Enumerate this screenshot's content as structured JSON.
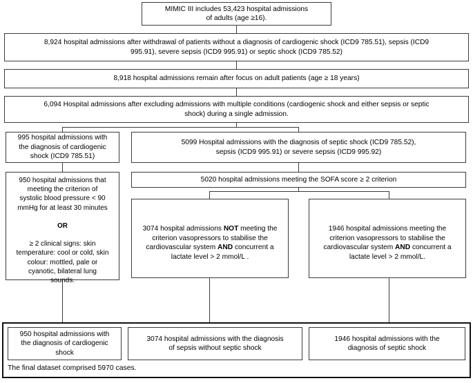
{
  "diagram": {
    "type": "flowchart",
    "title": "MIMIC III cohort selection flowchart",
    "colors": {
      "box_border": "#3a3a3a",
      "group_border": "#111111",
      "background": "#ffffff",
      "text": "#000000"
    },
    "nodes": {
      "root": "MIMIC III includes 53,423 hospital admissions\nof adults (age ≥16).",
      "step1": "8,924 hospital admissions after withdrawal of patients without a diagnosis of cardiogenic shock (ICD9 785.51), sepsis (ICD9\n995.91), severe sepsis (ICD9 995.91) or septic shock (ICD9 785.52)",
      "step2": "8,918 hospital admissions remain after focus on adult patients (age ≥ 18 years)",
      "step3": "6,094 Hospital admissions after excluding admissions with multiple conditions (cardiogenic shock and either sepsis or septic\nshock) during a single admission.",
      "branch_left": "995 hospital admissions with\nthe diagnosis of cardiogenic\nshock (ICD9 785.51)",
      "branch_right": "5099 Hospital admissions with the diagnosis of septic shock (ICD9 785.52),\nsepsis  (ICD9 995.91) or severe sepsis (ICD9 995.92)",
      "criteria_left": "950 hospital admissions that\nmeeting the criterion of\nsystolic blood pressure < 90\nmmHg for at least 30 minutes",
      "criteria_left_or": "OR",
      "criteria_left_cont": "≥ 2 clinical signs: skin\ntemperature: cool or cold, skin\ncolour: mottled, pale or\ncyanotic, bilateral lung\nsounds.",
      "sofa": "5020 hospital admissions meeting the SOFA score ≥ 2 criterion",
      "not_meeting_a": "3074 hospital admissions ",
      "not_meeting_bold": "NOT",
      "not_meeting_b": " meeting the\ncriterion vasopressors to stabilise the\ncardiovascular system ",
      "not_meeting_bold2": "AND",
      "not_meeting_c": " concurrent a\nlactate level > 2 mmol/L .",
      "meeting_a": "1946 hospital admissions meeting the\ncriterion vasopressors to stabilise the\ncardiovascular system ",
      "meeting_bold": "AND",
      "meeting_b": " concurrent a\nlactate level > 2 mmol/L.",
      "final_left": "950 hospital admissions with\nthe diagnosis of cardiogenic\nshock",
      "final_mid": "3074 hospital admissions with the diagnosis\nof sepsis without  septic shock",
      "final_right": "1946 hospital admissions with the\ndiagnosis of septic shock"
    },
    "final_caption": "The final dataset comprised 5970 cases."
  }
}
